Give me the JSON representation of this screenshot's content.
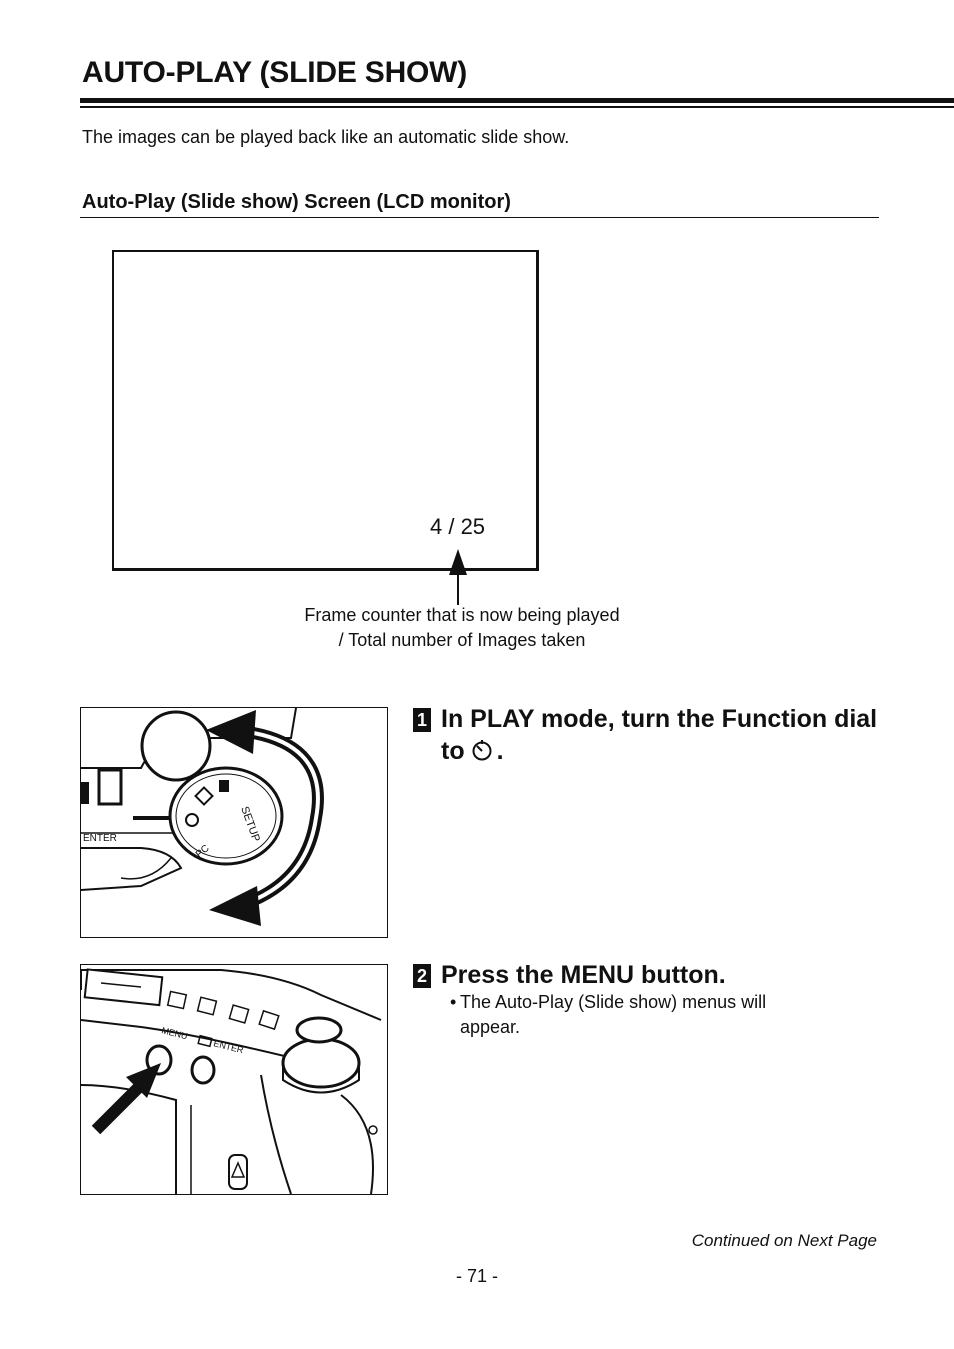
{
  "page": {
    "title": "AUTO-PLAY (SLIDE SHOW)",
    "intro": "The images can be played back like an automatic slide show.",
    "section_heading": "Auto-Play (Slide show) Screen (LCD monitor)",
    "footer_continued": "Continued on Next Page",
    "page_number": "- 71 -"
  },
  "lcd": {
    "frame_counter": "4 / 25",
    "caption_line1": "Frame counter that is now being played",
    "caption_line2": "/ Total number of Images taken"
  },
  "steps": [
    {
      "number": "1",
      "title_before_icon": "In PLAY mode, turn the Function dial to",
      "title_after_icon": ".",
      "icon": "self-timer-icon"
    },
    {
      "number": "2",
      "title": "Press the MENU button.",
      "note": "The Auto-Play (Slide show) menus will appear."
    }
  ],
  "figures": {
    "dial": {
      "enter_label": "ENTER",
      "setup_label": "SETUP",
      "pc_label": "PC"
    },
    "menu_button": {
      "menu_label": "MENU",
      "enter_label": "ENTER"
    }
  }
}
